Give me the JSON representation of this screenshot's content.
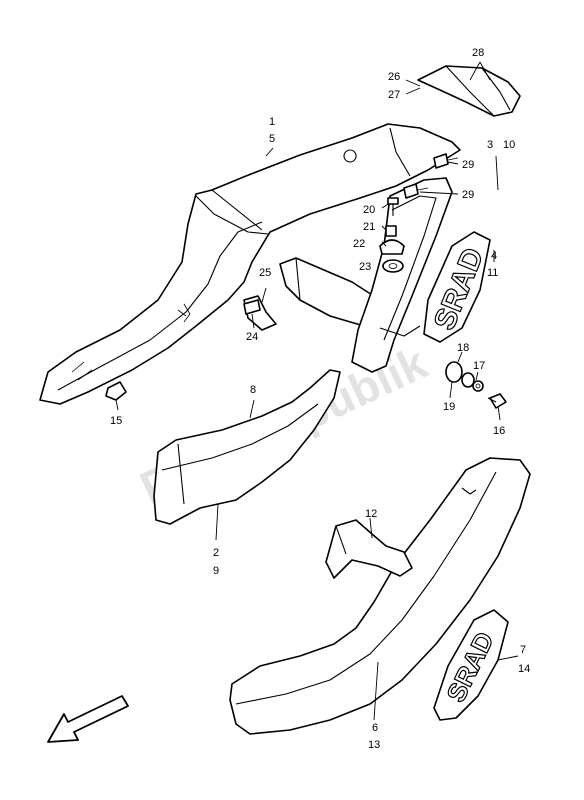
{
  "watermark": "PartsRepublik",
  "logo_text": "SRAD",
  "callouts": {
    "c1": "1",
    "c5": "5",
    "c3": "3",
    "c10": "10",
    "c4": "4",
    "c11": "11",
    "c26": "26",
    "c27": "27",
    "c28": "28",
    "c29a": "29",
    "c29b": "29",
    "c20": "20",
    "c21": "21",
    "c22": "22",
    "c23": "23",
    "c25": "25",
    "c24": "24",
    "c15": "15",
    "c8": "8",
    "c18": "18",
    "c17": "17",
    "c19": "19",
    "c16": "16",
    "c2": "2",
    "c9": "9",
    "c12": "12",
    "c7": "7",
    "c14": "14",
    "c6": "6",
    "c13": "13"
  },
  "icons": {
    "direction": "front-direction-arrow-icon"
  }
}
